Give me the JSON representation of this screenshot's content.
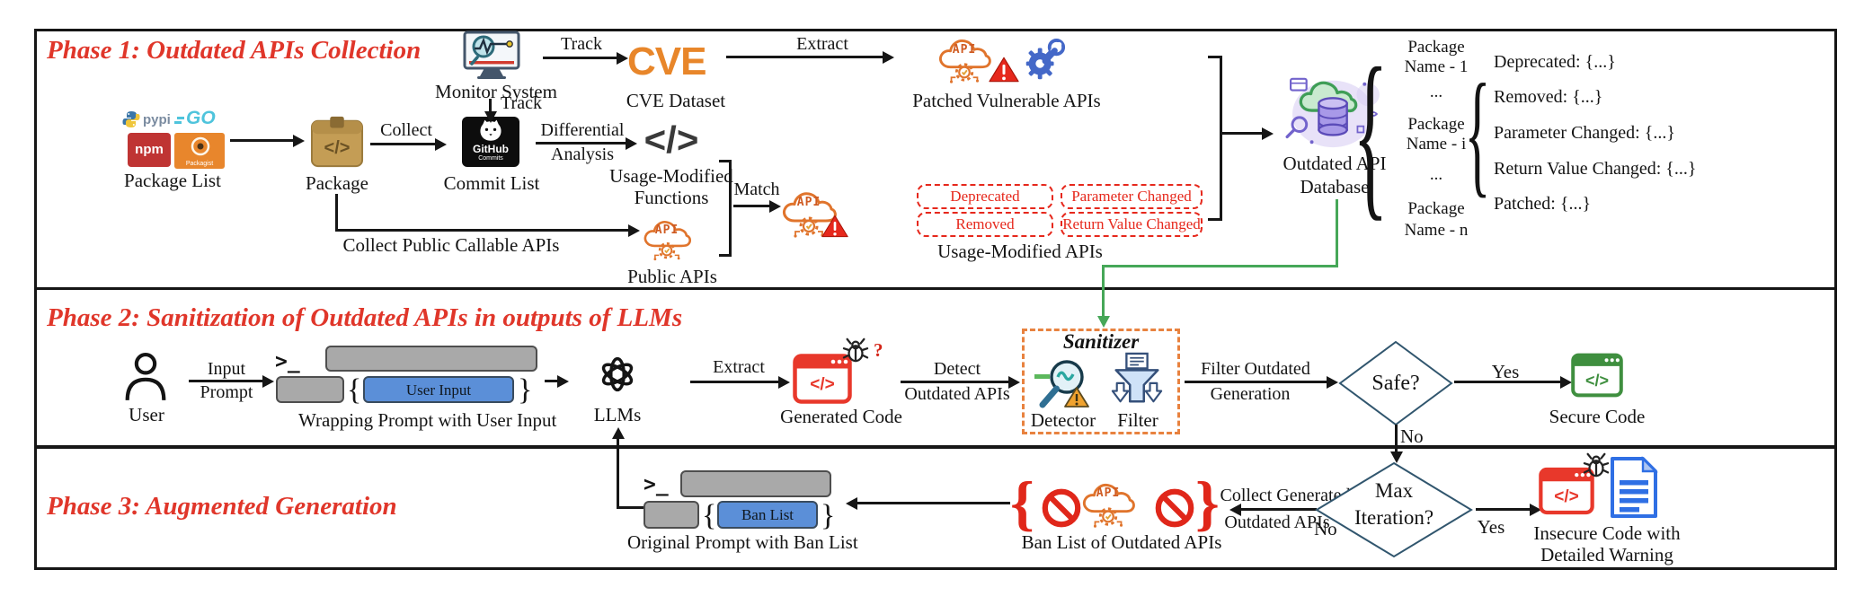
{
  "colors": {
    "phase_title_red": "#e0362a",
    "tag_red": "#e6281c",
    "sanitizer_orange": "#e8823f",
    "green_arrow": "#46a758",
    "user_input_blue": "#5b8fd8",
    "prompt_gray": "#a9a9a9",
    "secure_green": "#3f8f3f",
    "code_red": "#e8382b"
  },
  "icons": {
    "api_label": "API",
    "code_glyph": "</>",
    "terminal_prompt": ">_",
    "brace_open": "{",
    "brace_close": "}",
    "ellipsis": "...",
    "question_mark": "?"
  },
  "logos": {
    "pypi": "pypi",
    "go": "GO",
    "npm": "npm",
    "packagist": "Packagist",
    "github_line1": "GitHub",
    "github_line2": "Commits",
    "cve": "CVE"
  },
  "phase1": {
    "title": "Phase 1: Outdated APIs Collection",
    "package_list_label": "Package List",
    "package_label": "Package",
    "collect": "Collect",
    "commit_list_label": "Commit List",
    "monitor_label": "Monitor System",
    "track_down": "Track",
    "track_right": "Track",
    "differential": "Differential",
    "analysis": "Analysis",
    "cve_label": "CVE Dataset",
    "extract": "Extract",
    "patched_label": "Patched Vulnerable APIs",
    "umf_line1": "Usage-Modified",
    "umf_line2": "Functions",
    "match": "Match",
    "public_apis_label": "Public APIs",
    "collect_public": "Collect Public Callable APIs",
    "uma_label": "Usage-Modified APIs",
    "tags": [
      "Deprecated",
      "Removed",
      "Parameter Changed",
      "Return Value Changed"
    ],
    "db_line1": "Outdated API",
    "db_line2": "Database",
    "pkg_rows": [
      {
        "l1": "Package",
        "l2": "Name - 1"
      },
      {
        "l1": "Package",
        "l2": "Name - i"
      },
      {
        "l1": "Package",
        "l2": "Name - n"
      }
    ],
    "db_fields": [
      "Deprecated: {...}",
      "Removed: {...}",
      "Parameter Changed: {...}",
      "Return Value Changed: {...}",
      "Patched: {...}"
    ]
  },
  "phase2": {
    "title": "Phase 2: Sanitization of Outdated APIs in outputs of LLMs",
    "user_label": "User",
    "input_line1": "Input",
    "input_line2": "Prompt",
    "user_input": "User Input",
    "wrapping_label": "Wrapping Prompt with User Input",
    "llms_label": "LLMs",
    "extract": "Extract",
    "generated_label": "Generated Code",
    "detect_line1": "Detect",
    "detect_line2": "Outdated APIs",
    "sanitizer_title": "Sanitizer",
    "detector_label": "Detector",
    "filter_label": "Filter",
    "filter_line1": "Filter Outdated",
    "filter_line2": "Generation",
    "safe_label": "Safe?",
    "yes": "Yes",
    "no": "No",
    "secure_label": "Secure Code"
  },
  "phase3": {
    "title": "Phase 3: Augmented Generation",
    "ban_list": "Ban List",
    "original_prompt_label": "Original Prompt with Ban List",
    "ban_list_label": "Ban List of Outdated APIs",
    "collect_line1": "Collect Generated",
    "collect_line2": "Outdated APIs",
    "no": "No",
    "yes": "Yes",
    "max_line1": "Max",
    "max_line2": "Iteration?",
    "insecure_line1": "Insecure Code with",
    "insecure_line2": "Detailed Warning"
  }
}
